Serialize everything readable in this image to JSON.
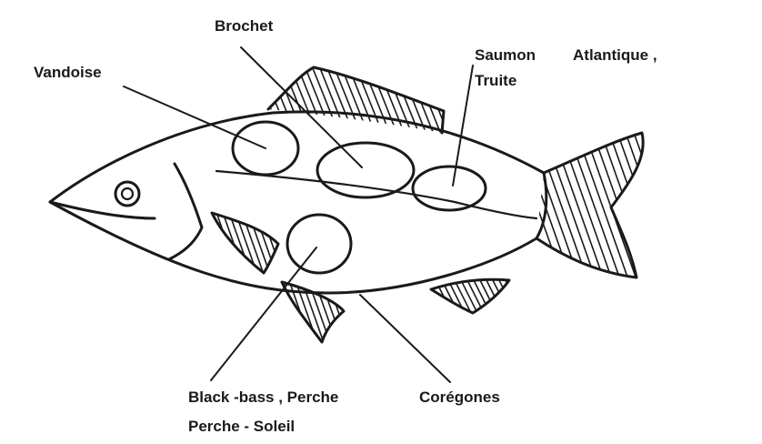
{
  "labels": {
    "brochet": "Brochet",
    "vandoise": "Vandoise",
    "saumon": "Saumon",
    "atlantique": "Atlantique ,",
    "truite": "Truite",
    "blackbass": "Black -bass , Perche",
    "perche_soleil": "Perche - Soleil",
    "coregones": "Corégones"
  }
}
